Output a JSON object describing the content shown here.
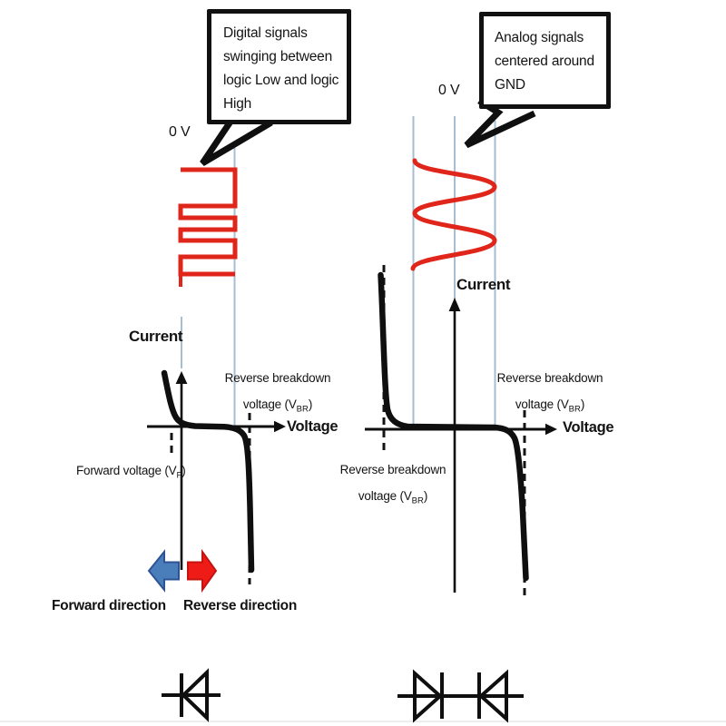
{
  "colors": {
    "signal_red": "#e0251a",
    "guide_blue": "#a6bed2",
    "ink_black": "#0f0f0f",
    "arrow_blue_fill": "#4a7ebb",
    "arrow_blue_border": "#2e5395",
    "arrow_red_fill": "#ee1b17",
    "arrow_red_border": "#c41410"
  },
  "left": {
    "callout": "Digital signals swinging between logic Low and logic High",
    "zero_volt_label": "0 V",
    "current_label": "Current",
    "voltage_label": "Voltage",
    "reverse_breakdown": {
      "line1": "Reverse breakdown",
      "line2_pre": "voltage (V",
      "line2_sub": "BR",
      "line2_post": ")"
    },
    "forward_voltage": {
      "pre": "Forward voltage (V",
      "sub": "F",
      "post": ")"
    },
    "forward_direction_label": "Forward direction",
    "reverse_direction_label": "Reverse direction"
  },
  "right": {
    "callout": "Analog signals centered around GND",
    "zero_volt_label": "0 V",
    "current_label": "Current",
    "voltage_label": "Voltage",
    "reverse_breakdown_upper": {
      "line1": "Reverse breakdown",
      "line2_pre": "voltage (V",
      "line2_sub": "BR",
      "line2_post": ")"
    },
    "reverse_breakdown_lower": {
      "line1": "Reverse breakdown",
      "line2_pre": "voltage (V",
      "line2_sub": "BR",
      "line2_post": ")"
    }
  }
}
